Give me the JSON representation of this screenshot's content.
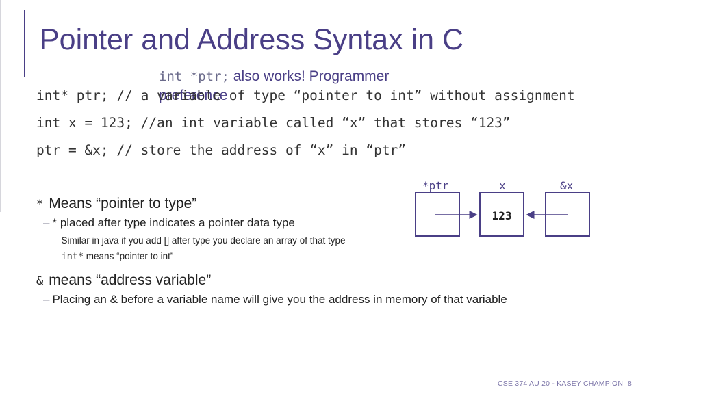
{
  "slide": {
    "title": "Pointer and Address Syntax in C"
  },
  "note": {
    "code": "int *ptr;",
    "text": "also works! Programmer preference"
  },
  "code_lines": [
    "int* ptr; // a variable of type “pointer to int” without assignment",
    "int x = 123; //an int variable called “x” that stores “123”",
    "ptr = &x; // store the address of “x” in “ptr”"
  ],
  "diagram": {
    "labels": [
      "*ptr",
      "x",
      "&x"
    ],
    "box_value": "123"
  },
  "bullets": {
    "star": {
      "symbol": "*",
      "text": "Means “pointer to type”",
      "sub": {
        "symbol": "*",
        "text": "placed after type indicates a pointer data type"
      },
      "subsub": [
        {
          "text": "Similar in java if you add [] after type you declare an array of that type"
        },
        {
          "code": "int*",
          "text": "means “pointer to int”"
        }
      ]
    },
    "amp": {
      "symbol": "&",
      "text": "means “address variable”",
      "sub": {
        "text": "Placing an & before a variable name will give you the address in memory of that variable"
      }
    }
  },
  "footer": {
    "course": "CSE 374 AU 20 - KASEY CHAMPION",
    "page": "8"
  },
  "colors": {
    "accent": "#4a3f86",
    "text": "#222222"
  }
}
